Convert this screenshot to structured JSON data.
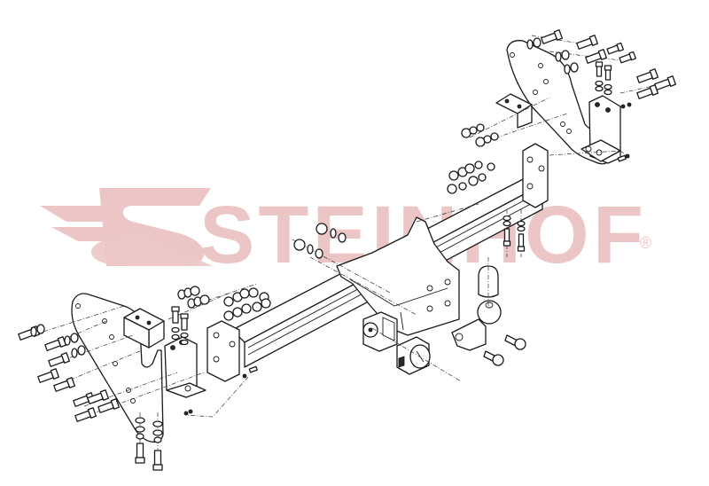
{
  "diagram": {
    "type": "exploded-assembly",
    "subject": "tow bar (towing hitch) installation diagram",
    "background": "#ffffff",
    "line_color": "#1a1a1a"
  },
  "watermark": {
    "brand": "STEINHOF",
    "registered_mark": "®",
    "color": "#ecc6c6"
  },
  "components": {
    "cross_beam": "main cross beam",
    "center_bracket": "center mounting bracket",
    "left_side_plate": "left side plate",
    "right_side_plate": "right side plate",
    "left_angle_bracket": "left angle bracket",
    "right_angle_bracket": "right angle bracket",
    "left_u_bracket": "left U bracket",
    "right_u_bracket": "right U bracket",
    "tow_ball": "tow ball",
    "ball_cap": "ball cover cap",
    "socket": "electrical socket",
    "socket_plate": "socket mounting plate"
  }
}
